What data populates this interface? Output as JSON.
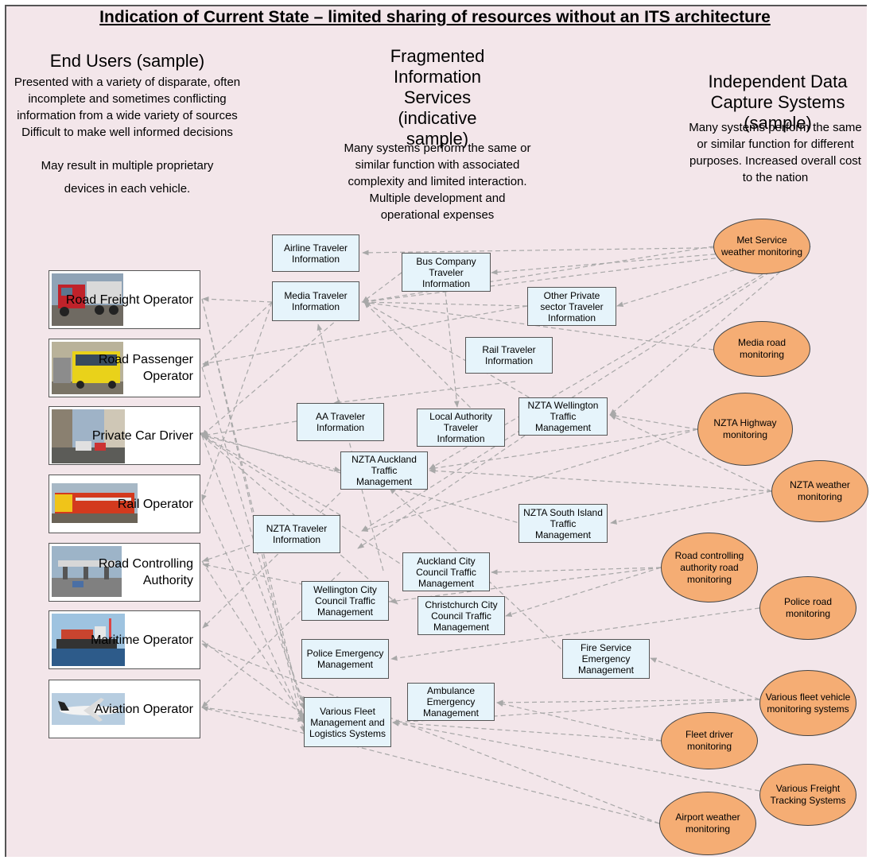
{
  "title": "Indication of Current State – limited sharing of resources without an ITS architecture",
  "columns": {
    "users": {
      "heading": "End Users (sample)",
      "desc1": "Presented with a variety of disparate, often incomplete and sometimes conflicting information from a wide variety of sources",
      "desc2": "Difficult to make well informed decisions",
      "desc3": "May result in multiple proprietary devices in each vehicle."
    },
    "services": {
      "heading": "Fragmented Information Services (indicative sample)",
      "desc": "Many systems perform the same or similar function with associated complexity and limited interaction. Multiple development and operational expenses"
    },
    "sources": {
      "heading": "Independent Data Capture  Systems (sample)",
      "desc": "Many systems perform the same or similar function for different purposes. Increased overall cost to the nation"
    }
  },
  "end_users": [
    {
      "id": "road-freight",
      "label": "Road Freight Operator"
    },
    {
      "id": "road-passenger",
      "label": "Road Passenger Operator"
    },
    {
      "id": "private-car",
      "label": "Private Car Driver"
    },
    {
      "id": "rail",
      "label": "Rail Operator"
    },
    {
      "id": "road-controlling",
      "label": "Road Controlling Authority"
    },
    {
      "id": "maritime",
      "label": "Maritime Operator"
    },
    {
      "id": "aviation",
      "label": "Aviation Operator"
    }
  ],
  "services": [
    {
      "id": "airline",
      "label": "Airline Traveler Information"
    },
    {
      "id": "bus",
      "label": "Bus Company Traveler Information"
    },
    {
      "id": "media",
      "label": "Media Traveler Information"
    },
    {
      "id": "other-private",
      "label": "Other Private sector  Traveler Information"
    },
    {
      "id": "rail-ti",
      "label": "Rail Traveler Information"
    },
    {
      "id": "aa",
      "label": "AA Traveler Information"
    },
    {
      "id": "local-auth",
      "label": "Local Authority Traveler Information"
    },
    {
      "id": "nzta-wgtn",
      "label": "NZTA Wellington Traffic Management"
    },
    {
      "id": "nzta-akl",
      "label": "NZTA Auckland Traffic Management"
    },
    {
      "id": "nzta-south",
      "label": "NZTA South Island Traffic Management"
    },
    {
      "id": "nzta-ti",
      "label": "NZTA Traveler Information"
    },
    {
      "id": "akl-city",
      "label": "Auckland City Council Traffic Management"
    },
    {
      "id": "wgtn-city",
      "label": "Wellington City Council Traffic Management"
    },
    {
      "id": "chch-city",
      "label": "Christchurch City Council Traffic Management"
    },
    {
      "id": "police-em",
      "label": "Police Emergency Management"
    },
    {
      "id": "fire-em",
      "label": "Fire Service Emergency Management"
    },
    {
      "id": "ambulance",
      "label": "Ambulance Emergency Management"
    },
    {
      "id": "fleet-mgmt",
      "label": "Various Fleet Management and Logistics Systems"
    }
  ],
  "sources": [
    {
      "id": "met",
      "label": "Met Service weather monitoring"
    },
    {
      "id": "media-road",
      "label": "Media road monitoring"
    },
    {
      "id": "nzta-hwy",
      "label": "NZTA Highway monitoring"
    },
    {
      "id": "nzta-weather",
      "label": "NZTA weather monitoring"
    },
    {
      "id": "rca-road",
      "label": "Road controlling authority road monitoring"
    },
    {
      "id": "police-road",
      "label": "Police road monitoring"
    },
    {
      "id": "fleet-vehicle",
      "label": "Various fleet vehicle monitoring systems"
    },
    {
      "id": "fleet-driver",
      "label": "Fleet driver monitoring"
    },
    {
      "id": "freight-track",
      "label": "Various Freight Tracking Systems"
    },
    {
      "id": "airport-weather",
      "label": "Airport weather monitoring"
    }
  ],
  "colors": {
    "background": "#f3e6ea",
    "service_fill": "#e6f4fb",
    "source_fill": "#f5ad74",
    "connector": "#a8a8a8"
  }
}
